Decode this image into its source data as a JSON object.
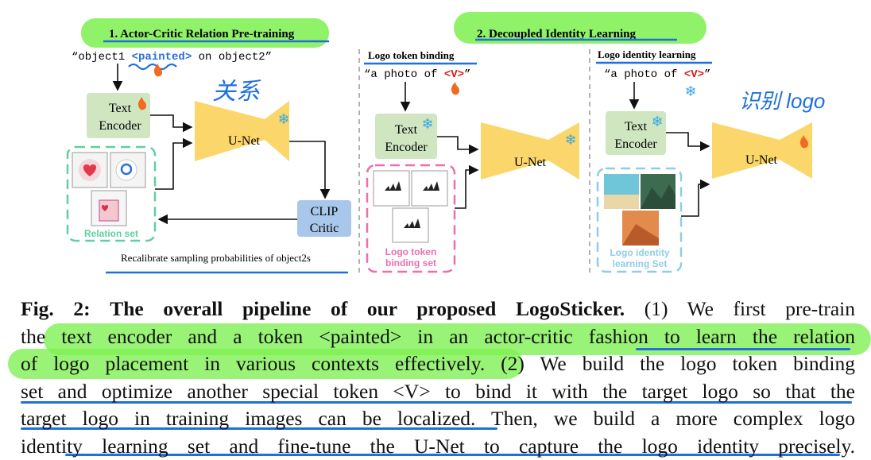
{
  "diagram": {
    "section1_title": "1. Actor-Critic Relation Pre-training",
    "section2_title": "2. Decoupled Identity Learning",
    "prompt1_before": "“object1 ",
    "prompt1_token": "<painted>",
    "prompt1_after": " on object2”",
    "text_encoder_line1": "Text",
    "text_encoder_line2": "Encoder",
    "unet": "U-Net",
    "clip_line1": "CLIP",
    "clip_line2": "Critic",
    "relation_set": "Relation set",
    "recalibrate": "Recalibrate sampling probabilities of object2s",
    "logo_token_binding": "Logo token binding",
    "logo_identity_learning": "Logo identity learning",
    "prompt2_before": "“a photo of ",
    "prompt2_token": "<V>",
    "prompt2_after": "”",
    "binding_set_line1": "Logo token",
    "binding_set_line2": "binding set",
    "identity_set_line1": "Logo identity",
    "identity_set_line2": "learning Set",
    "handwriting_relation": "关系",
    "handwriting_logo": "识别 logo",
    "colors": {
      "encoder_green": "#cfe6c1",
      "unet_yellow": "#fbd66a",
      "clip_blue": "#a8c7ea",
      "relation_set": "#5fd0a0",
      "binding_set": "#ea6fb0",
      "identity_set": "#8fcde6",
      "highlight": "#7cf04f",
      "pen_blue": "#1f6fe0",
      "token_blue": "#2a6fdb",
      "token_red": "#d42020"
    }
  },
  "caption": {
    "label": "Fig. 2:",
    "bold_title": "The overall pipeline of our proposed LogoSticker.",
    "lines": [
      "(1) We first pre-train",
      "the text encoder and a token <painted> in an actor-critic fashion to learn the relation",
      "of logo placement in various contexts effectively. (2) We build the logo token binding",
      "set and optimize another special token <V> to bind it with the target logo so that the",
      "target logo in training images can be localized. Then, we build a more complex logo",
      "identity learning set and fine-tune the U-Net to capture the logo identity precisely."
    ]
  }
}
